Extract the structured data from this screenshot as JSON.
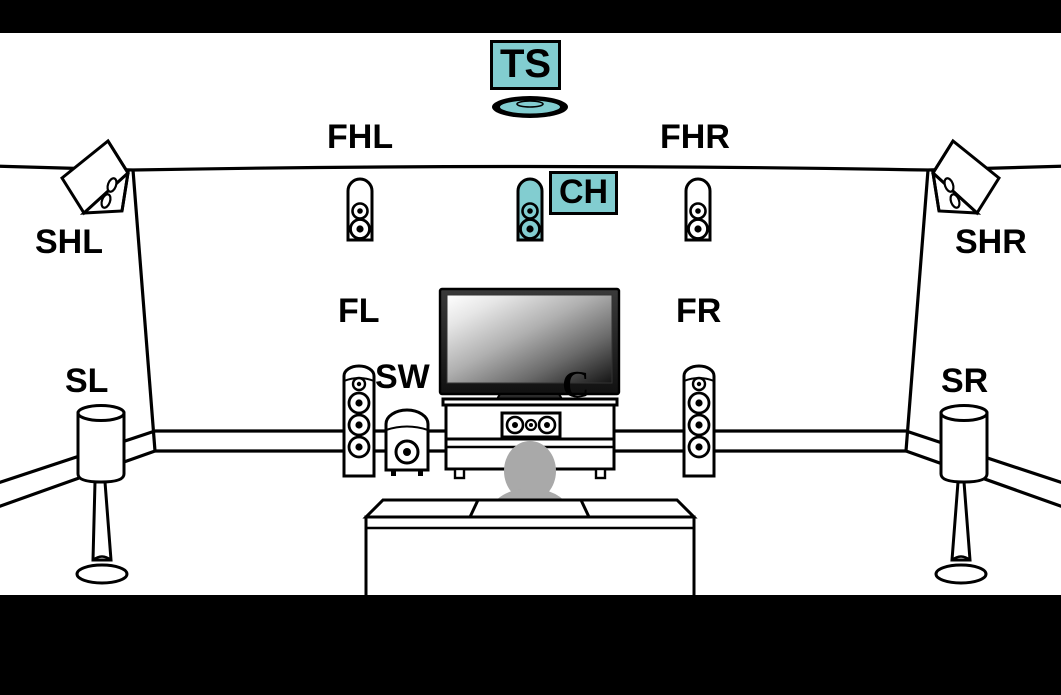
{
  "diagram": {
    "title": "Speaker layout diagram",
    "type": "home-theater-speaker-placement",
    "highlight_color": "#82cdd0",
    "line_color": "#000000",
    "background_color": "#ffffff",
    "letterbox_color": "#000000"
  },
  "labels": {
    "ts": "TS",
    "fhl": "FHL",
    "fhr": "FHR",
    "ch": "CH",
    "shl": "SHL",
    "shr": "SHR",
    "sl": "SL",
    "sr": "SR",
    "fl": "FL",
    "fr": "FR",
    "sw": "SW",
    "c": "C"
  },
  "speakers": [
    {
      "id": "TS",
      "label": "TS",
      "kind": "ceiling-top-surround",
      "highlighted": true,
      "filled": true
    },
    {
      "id": "CH",
      "label": "CH",
      "kind": "wall-height-center",
      "highlighted": true,
      "filled": true
    },
    {
      "id": "FHL",
      "label": "FHL",
      "kind": "wall-height-left",
      "highlighted": false,
      "filled": false
    },
    {
      "id": "FHR",
      "label": "FHR",
      "kind": "wall-height-right",
      "highlighted": false,
      "filled": false
    },
    {
      "id": "SHL",
      "label": "SHL",
      "kind": "wall-side-height-left",
      "highlighted": false,
      "filled": false
    },
    {
      "id": "SHR",
      "label": "SHR",
      "kind": "wall-side-height-right",
      "highlighted": false,
      "filled": false
    },
    {
      "id": "SL",
      "label": "SL",
      "kind": "stand-surround-left",
      "highlighted": false,
      "filled": false
    },
    {
      "id": "SR",
      "label": "SR",
      "kind": "stand-surround-right",
      "highlighted": false,
      "filled": false
    },
    {
      "id": "FL",
      "label": "FL",
      "kind": "floorstanding-front-left",
      "highlighted": false,
      "filled": false
    },
    {
      "id": "FR",
      "label": "FR",
      "kind": "floorstanding-front-right",
      "highlighted": false,
      "filled": false
    },
    {
      "id": "SW",
      "label": "SW",
      "kind": "subwoofer",
      "highlighted": false,
      "filled": false
    },
    {
      "id": "C",
      "label": "C",
      "kind": "center-channel",
      "highlighted": false,
      "filled": false
    }
  ],
  "furniture": [
    {
      "name": "television",
      "description": "flat panel TV with gradient screen on stand"
    },
    {
      "name": "av-cabinet",
      "description": "two-shelf media cabinet housing the center speaker"
    },
    {
      "name": "sofa",
      "description": "three-cushion couch facing the television"
    },
    {
      "name": "listener",
      "description": "seated person silhouette"
    }
  ]
}
